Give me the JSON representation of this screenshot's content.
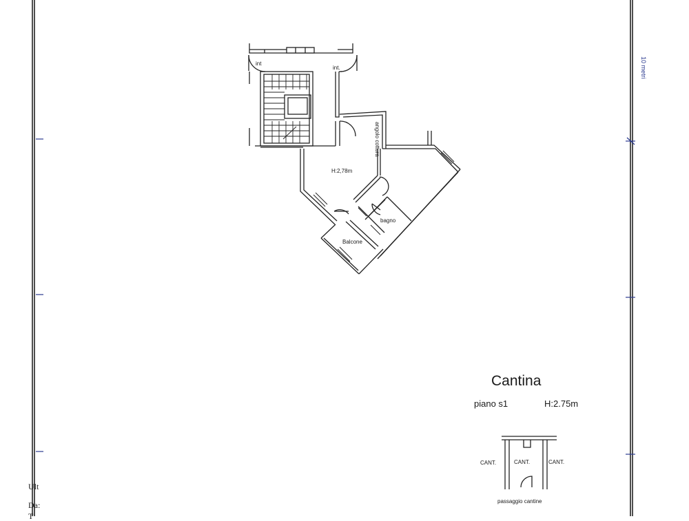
{
  "scale_label": "10 metri",
  "unit": {
    "labels": {
      "int_left": "int",
      "int_right": "int.",
      "angolo_cottura": "angolo cottura",
      "height": "H:2,78m",
      "bagno": "bagno",
      "balcone": "Balcone"
    }
  },
  "cellar": {
    "title": "Cantina",
    "floor": "piano s1",
    "height": "H:2.75m",
    "cant_left": "CANT.",
    "cant_center": "CANT.",
    "cant_right": "CANT.",
    "passage": "passaggio cantine"
  },
  "footer": {
    "line1": "Ult",
    "line2": "Da:",
    "line3": "T"
  }
}
